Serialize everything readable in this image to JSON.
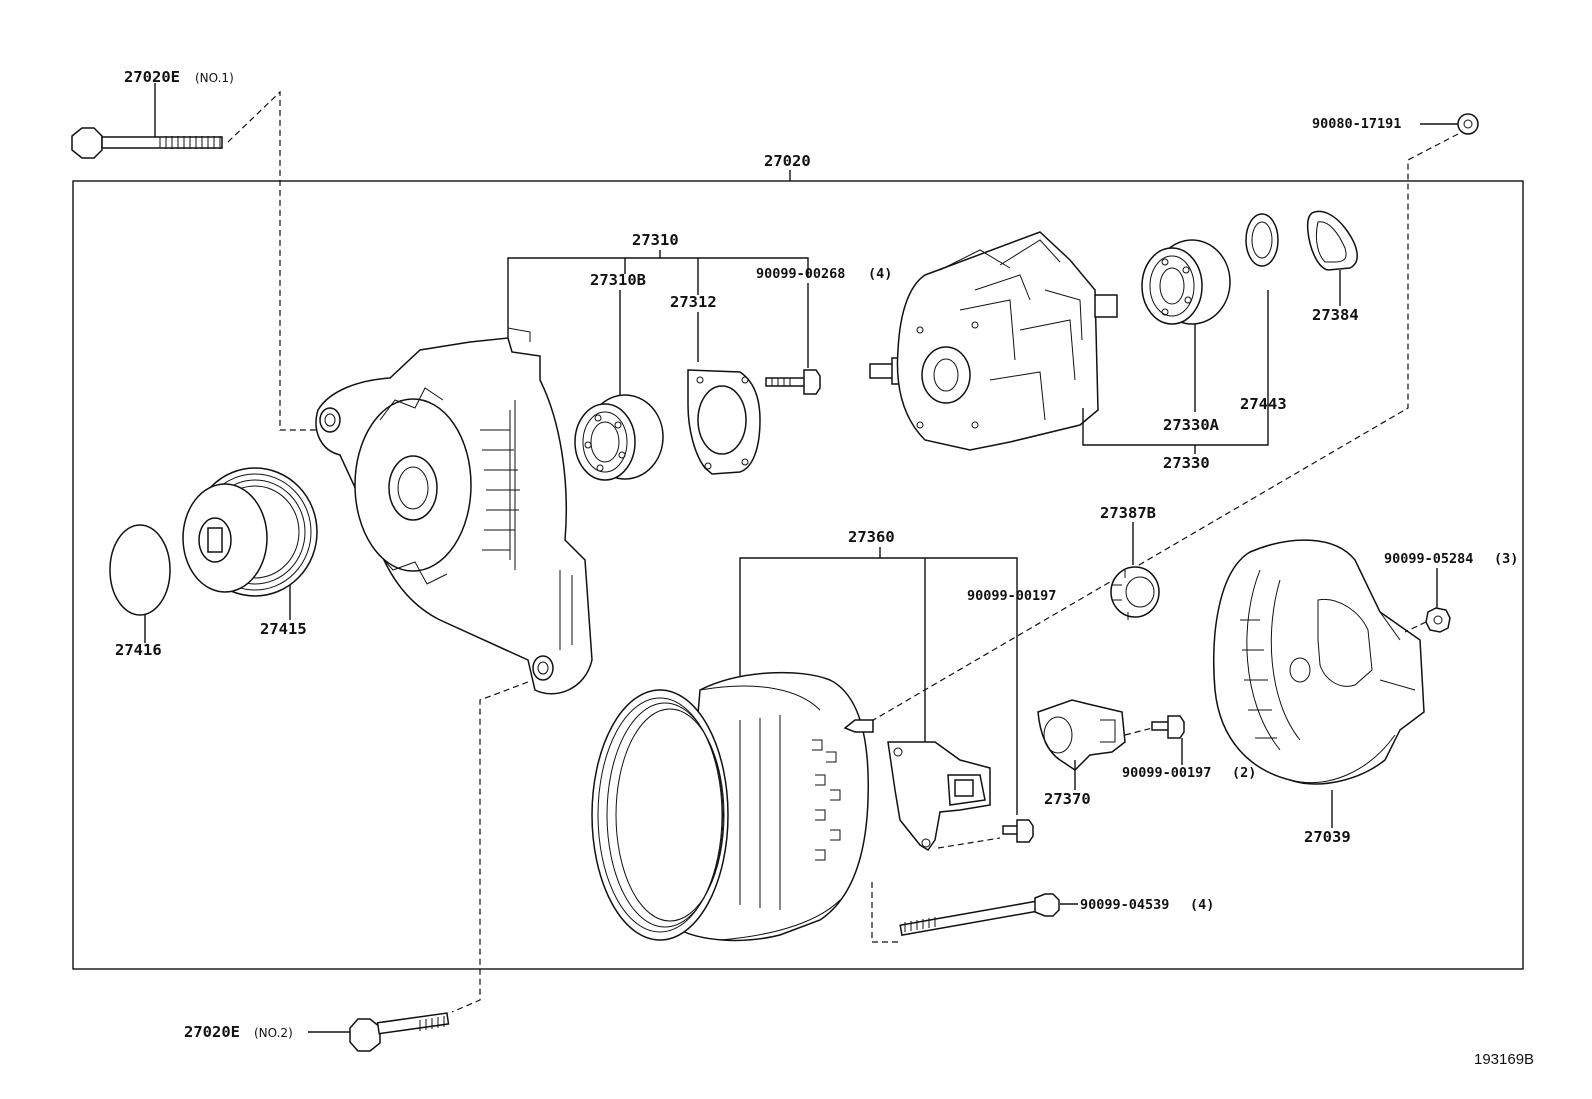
{
  "diagram_id": "193169B",
  "labels": {
    "bolt_no1": {
      "pn": "27020E",
      "note": "(NO.1)"
    },
    "bolt_no2": {
      "pn": "27020E",
      "note": "(NO.2)"
    },
    "assembly": "27020",
    "frame_kit": "27310",
    "bearing_front": "27310B",
    "retainer_plate": "27312",
    "screw_front": {
      "pn": "90099-00268",
      "qty": "(4)"
    },
    "rotor_bearing": "27330A",
    "rotor": "27330",
    "bearing_cover": "27443",
    "insulator_27384": "27384",
    "nut_top": "90080-17191",
    "pulley_cap": "27416",
    "pulley": "27415",
    "stator_kit": "27360",
    "regulator_screw": "90099-00197",
    "terminal_insulator": "27387B",
    "brush_holder": "27370",
    "brush_holder_screw": {
      "pn": "90099-00197",
      "qty": "(2)"
    },
    "rear_cover": "27039",
    "rear_cover_nut": {
      "pn": "90099-05284",
      "qty": "(3)"
    },
    "through_bolt": {
      "pn": "90099-04539",
      "qty": "(4)"
    }
  }
}
